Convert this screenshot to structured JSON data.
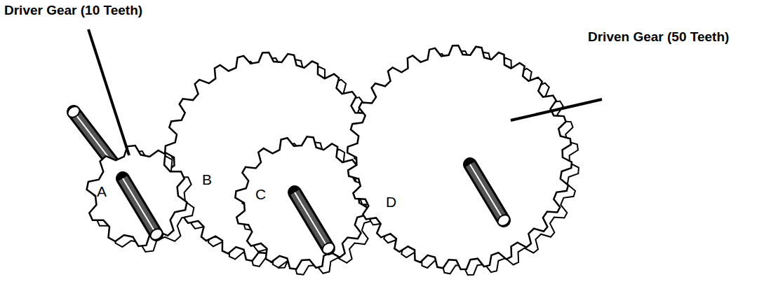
{
  "diagram": {
    "labels": [
      "Driver Gear (10 Teeth)",
      "Driven Gear (50 Teeth)",
      "A",
      "B",
      "C",
      "D"
    ]
  }
}
